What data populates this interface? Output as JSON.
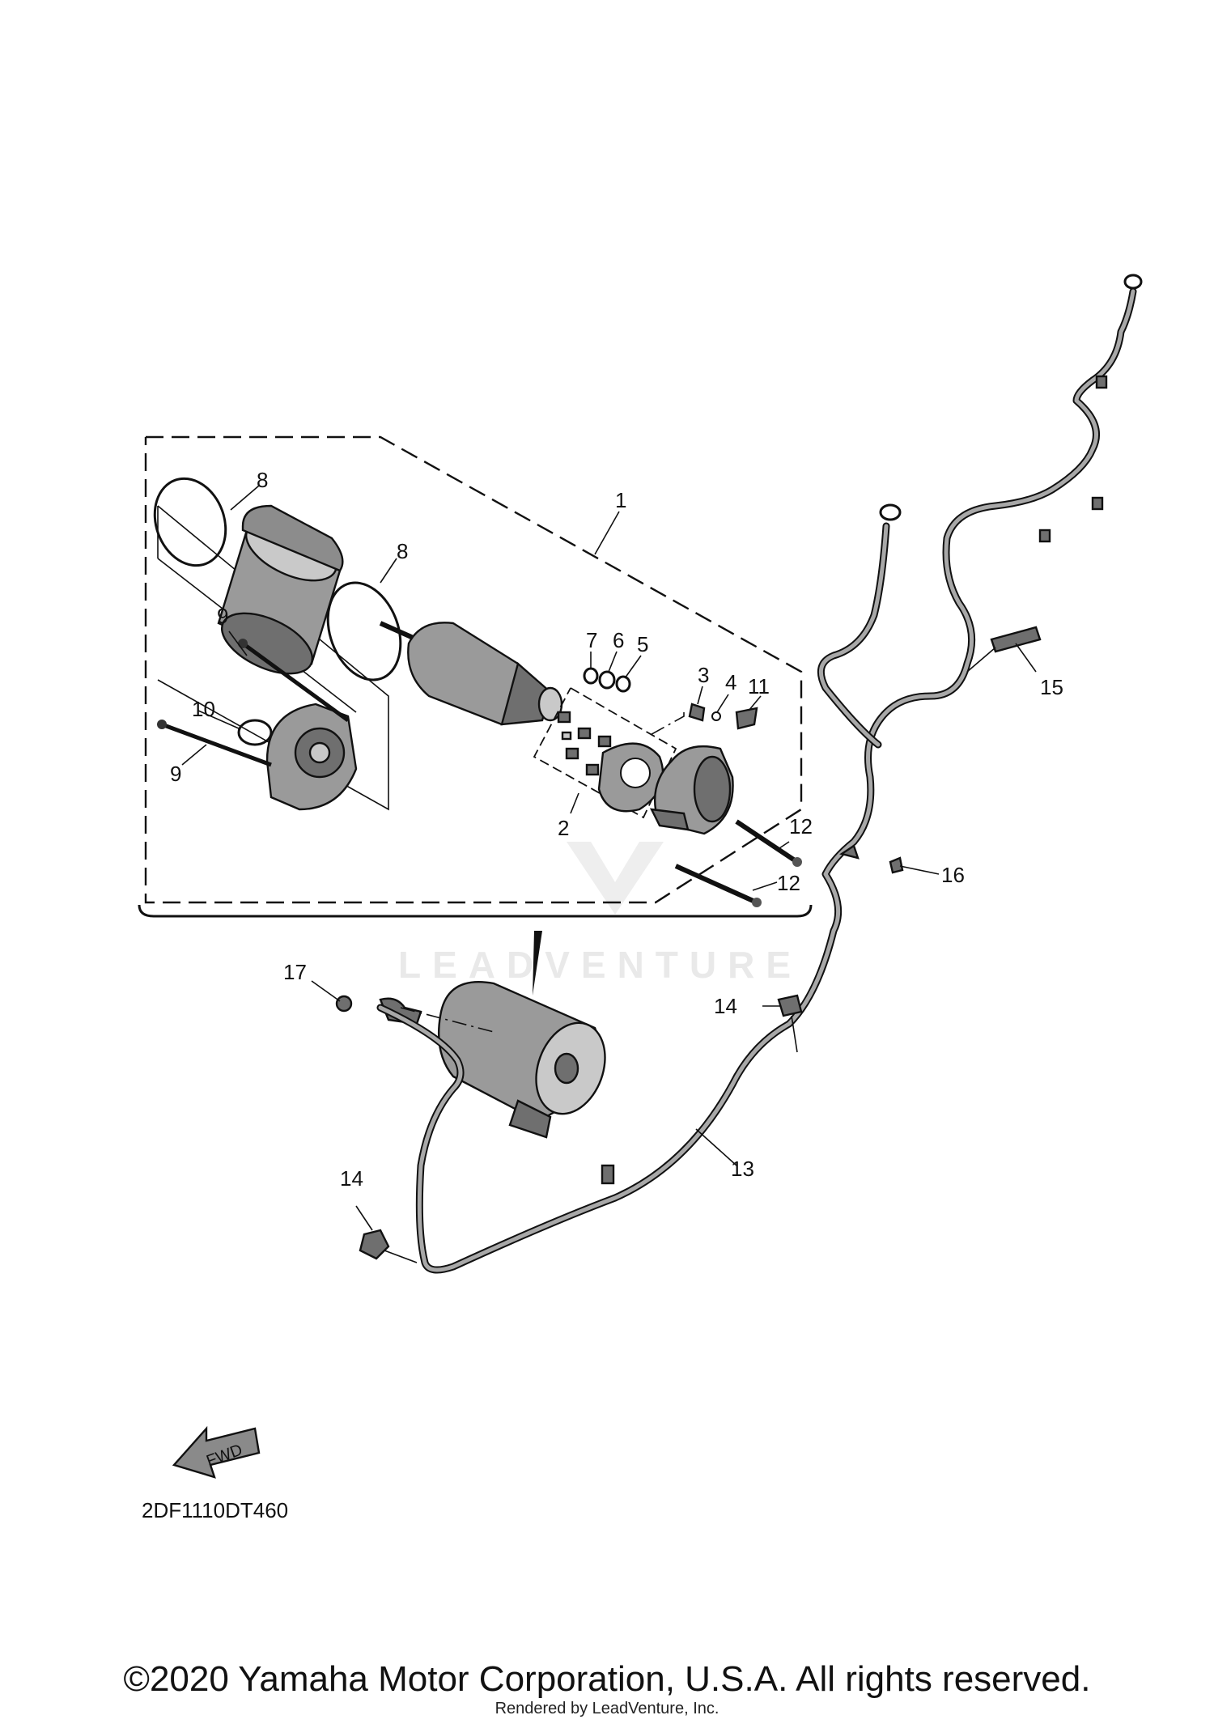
{
  "callouts": {
    "c1": "1",
    "c2": "2",
    "c3": "3",
    "c4": "4",
    "c5": "5",
    "c6": "6",
    "c7": "7",
    "c8a": "8",
    "c8b": "8",
    "c9a": "9",
    "c9b": "9",
    "c10": "10",
    "c11": "11",
    "c12a": "12",
    "c12b": "12",
    "c13": "13",
    "c14a": "14",
    "c14b": "14",
    "c15": "15",
    "c16": "16",
    "c17": "17"
  },
  "fwd_label": "FWD",
  "diagram_code": "2DF1110DT460",
  "watermark": "LEADVENTURE",
  "copyright": "©2020 Yamaha Motor Corporation, U.S.A. All rights reserved.",
  "rendered_by": "Rendered by LeadVenture, Inc."
}
